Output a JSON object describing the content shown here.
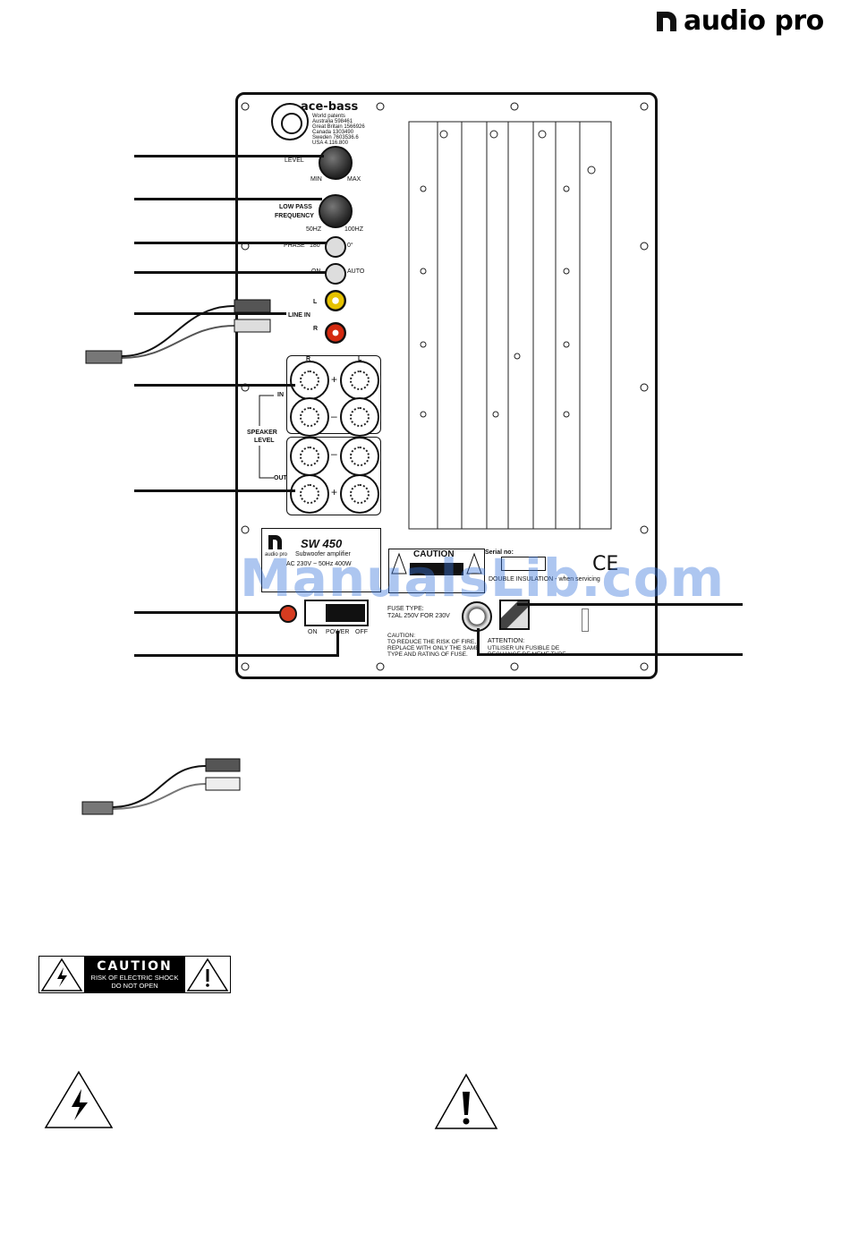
{
  "brand": {
    "name": "audio pro"
  },
  "panel": {
    "logo": "ace-bass",
    "patents": [
      "World patents",
      "Australia 598461",
      "Great Britain 1566926",
      "Canada 1303490",
      "Sweden 7603536.6",
      "USA 4.116.800"
    ],
    "level": {
      "label": "LEVEL",
      "min": "MIN",
      "max": "MAX"
    },
    "lowpass": {
      "label1": "LOW PASS",
      "label2": "FREQUENCY",
      "min": "50HZ",
      "max": "100HZ"
    },
    "phase": {
      "label": "PHASE",
      "left": "180°",
      "right": "0°"
    },
    "onauto": {
      "left": "ON",
      "right": "AUTO"
    },
    "linein": {
      "label": "LINE IN",
      "l": "L",
      "r": "R"
    },
    "speaker": {
      "r": "R",
      "l": "L",
      "in": "IN",
      "level1": "SPEAKER",
      "level2": "LEVEL",
      "out": "OUT",
      "plus": "+",
      "minus": "–"
    },
    "model_plate": {
      "brand_small": "audio pro",
      "model": "SW 450",
      "sub": "Subwoofer amplifier",
      "rating": "AC 230V ~ 50Hz 400W"
    },
    "caution_label": "CAUTION",
    "serial": "Serial no:",
    "double_insulation": "DOUBLE INSULATION - when servicing",
    "ce": "CE",
    "power": {
      "on": "ON",
      "label": "POWER",
      "off": "OFF"
    },
    "fuse": {
      "line1": "FUSE TYPE:",
      "line2": "T2AL 250V FOR 230V"
    },
    "caution_text": [
      "CAUTION:",
      "TO REDUCE THE RISK OF FIRE,",
      "REPLACE WITH ONLY THE SAME",
      "TYPE AND RATING OF FUSE."
    ],
    "attention_text": [
      "ATTENTION:",
      "UTILISER UN FUSIBLE DE",
      "RECHANGE DE MEME TYPE"
    ]
  },
  "watermark": "ManualsLib.com",
  "caution_sticker": {
    "title": "CAUTION",
    "line1": "RISK OF ELECTRIC SHOCK",
    "line2": "DO NOT OPEN"
  },
  "colors": {
    "rca_left": "#e6c200",
    "rca_right": "#d42a10",
    "led": "#d63c20",
    "watermark": "#3c78dc"
  }
}
